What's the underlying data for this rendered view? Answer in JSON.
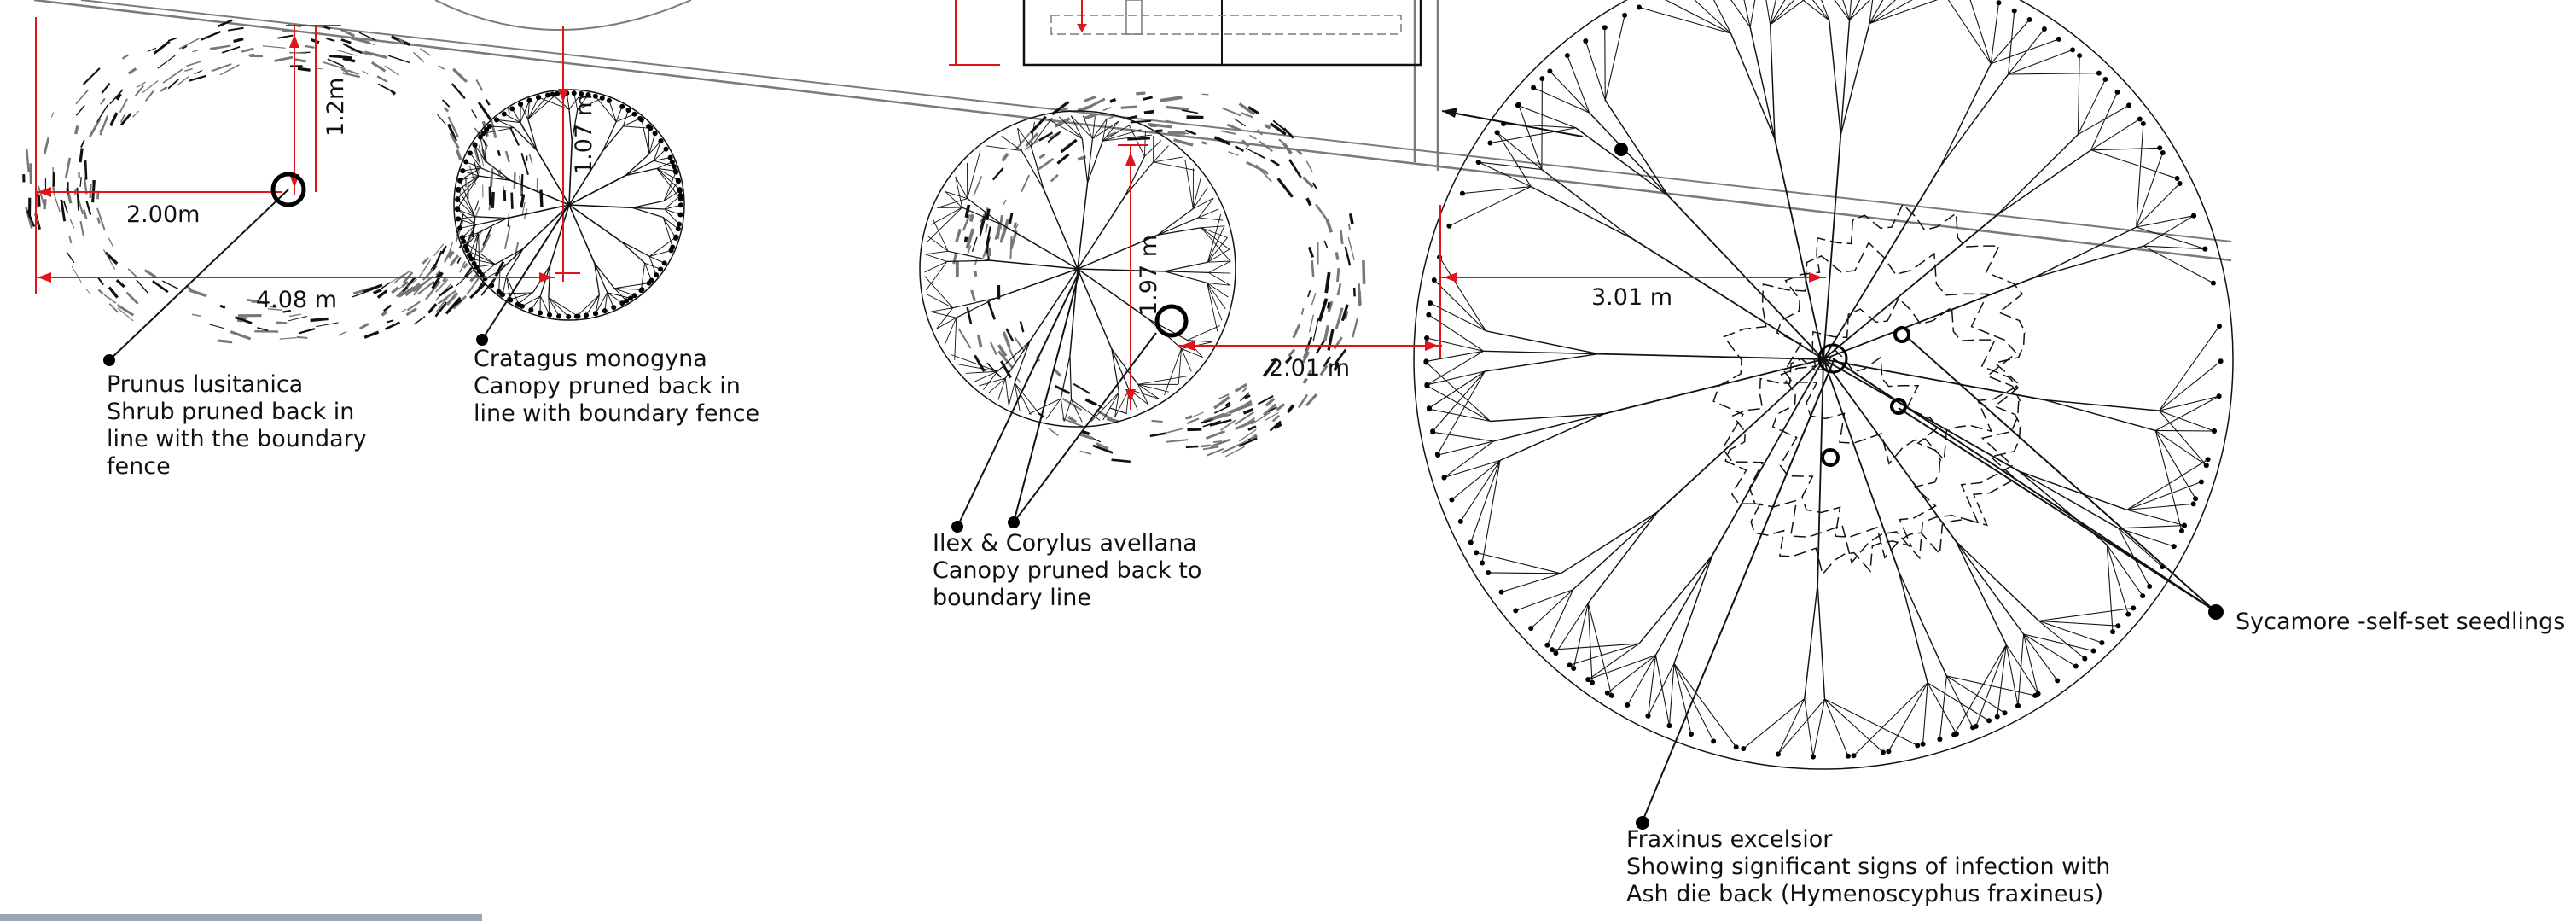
{
  "dimensions": {
    "d_1_2": "1.2m",
    "d_2_00": "2.00m",
    "d_4_08": "4.08 m",
    "d_1_07": "1.07 m",
    "d_1_97": "1.97 m",
    "d_2_01": "2.01 m",
    "d_3_01": "3.01 m"
  },
  "labels": {
    "prunus": [
      "Prunus lusitanica",
      "Shrub pruned back in",
      "line with the boundary",
      "fence"
    ],
    "cratagus": [
      "Cratagus monogyna",
      "Canopy pruned back in",
      "line with boundary fence"
    ],
    "ilex": [
      "Ilex & Corylus avellana",
      "Canopy pruned back to",
      "boundary line"
    ],
    "sycamore": [
      "Sycamore -self-set seedlings"
    ],
    "fraxinus": [
      "Fraxinus excelsior",
      "Showing significant signs of infection with",
      "Ash die back (Hymenoscyphus fraxineus)"
    ]
  },
  "colors": {
    "dimension": "#e0141c",
    "ink": "#111111",
    "boundary": "#7a7a7a"
  }
}
